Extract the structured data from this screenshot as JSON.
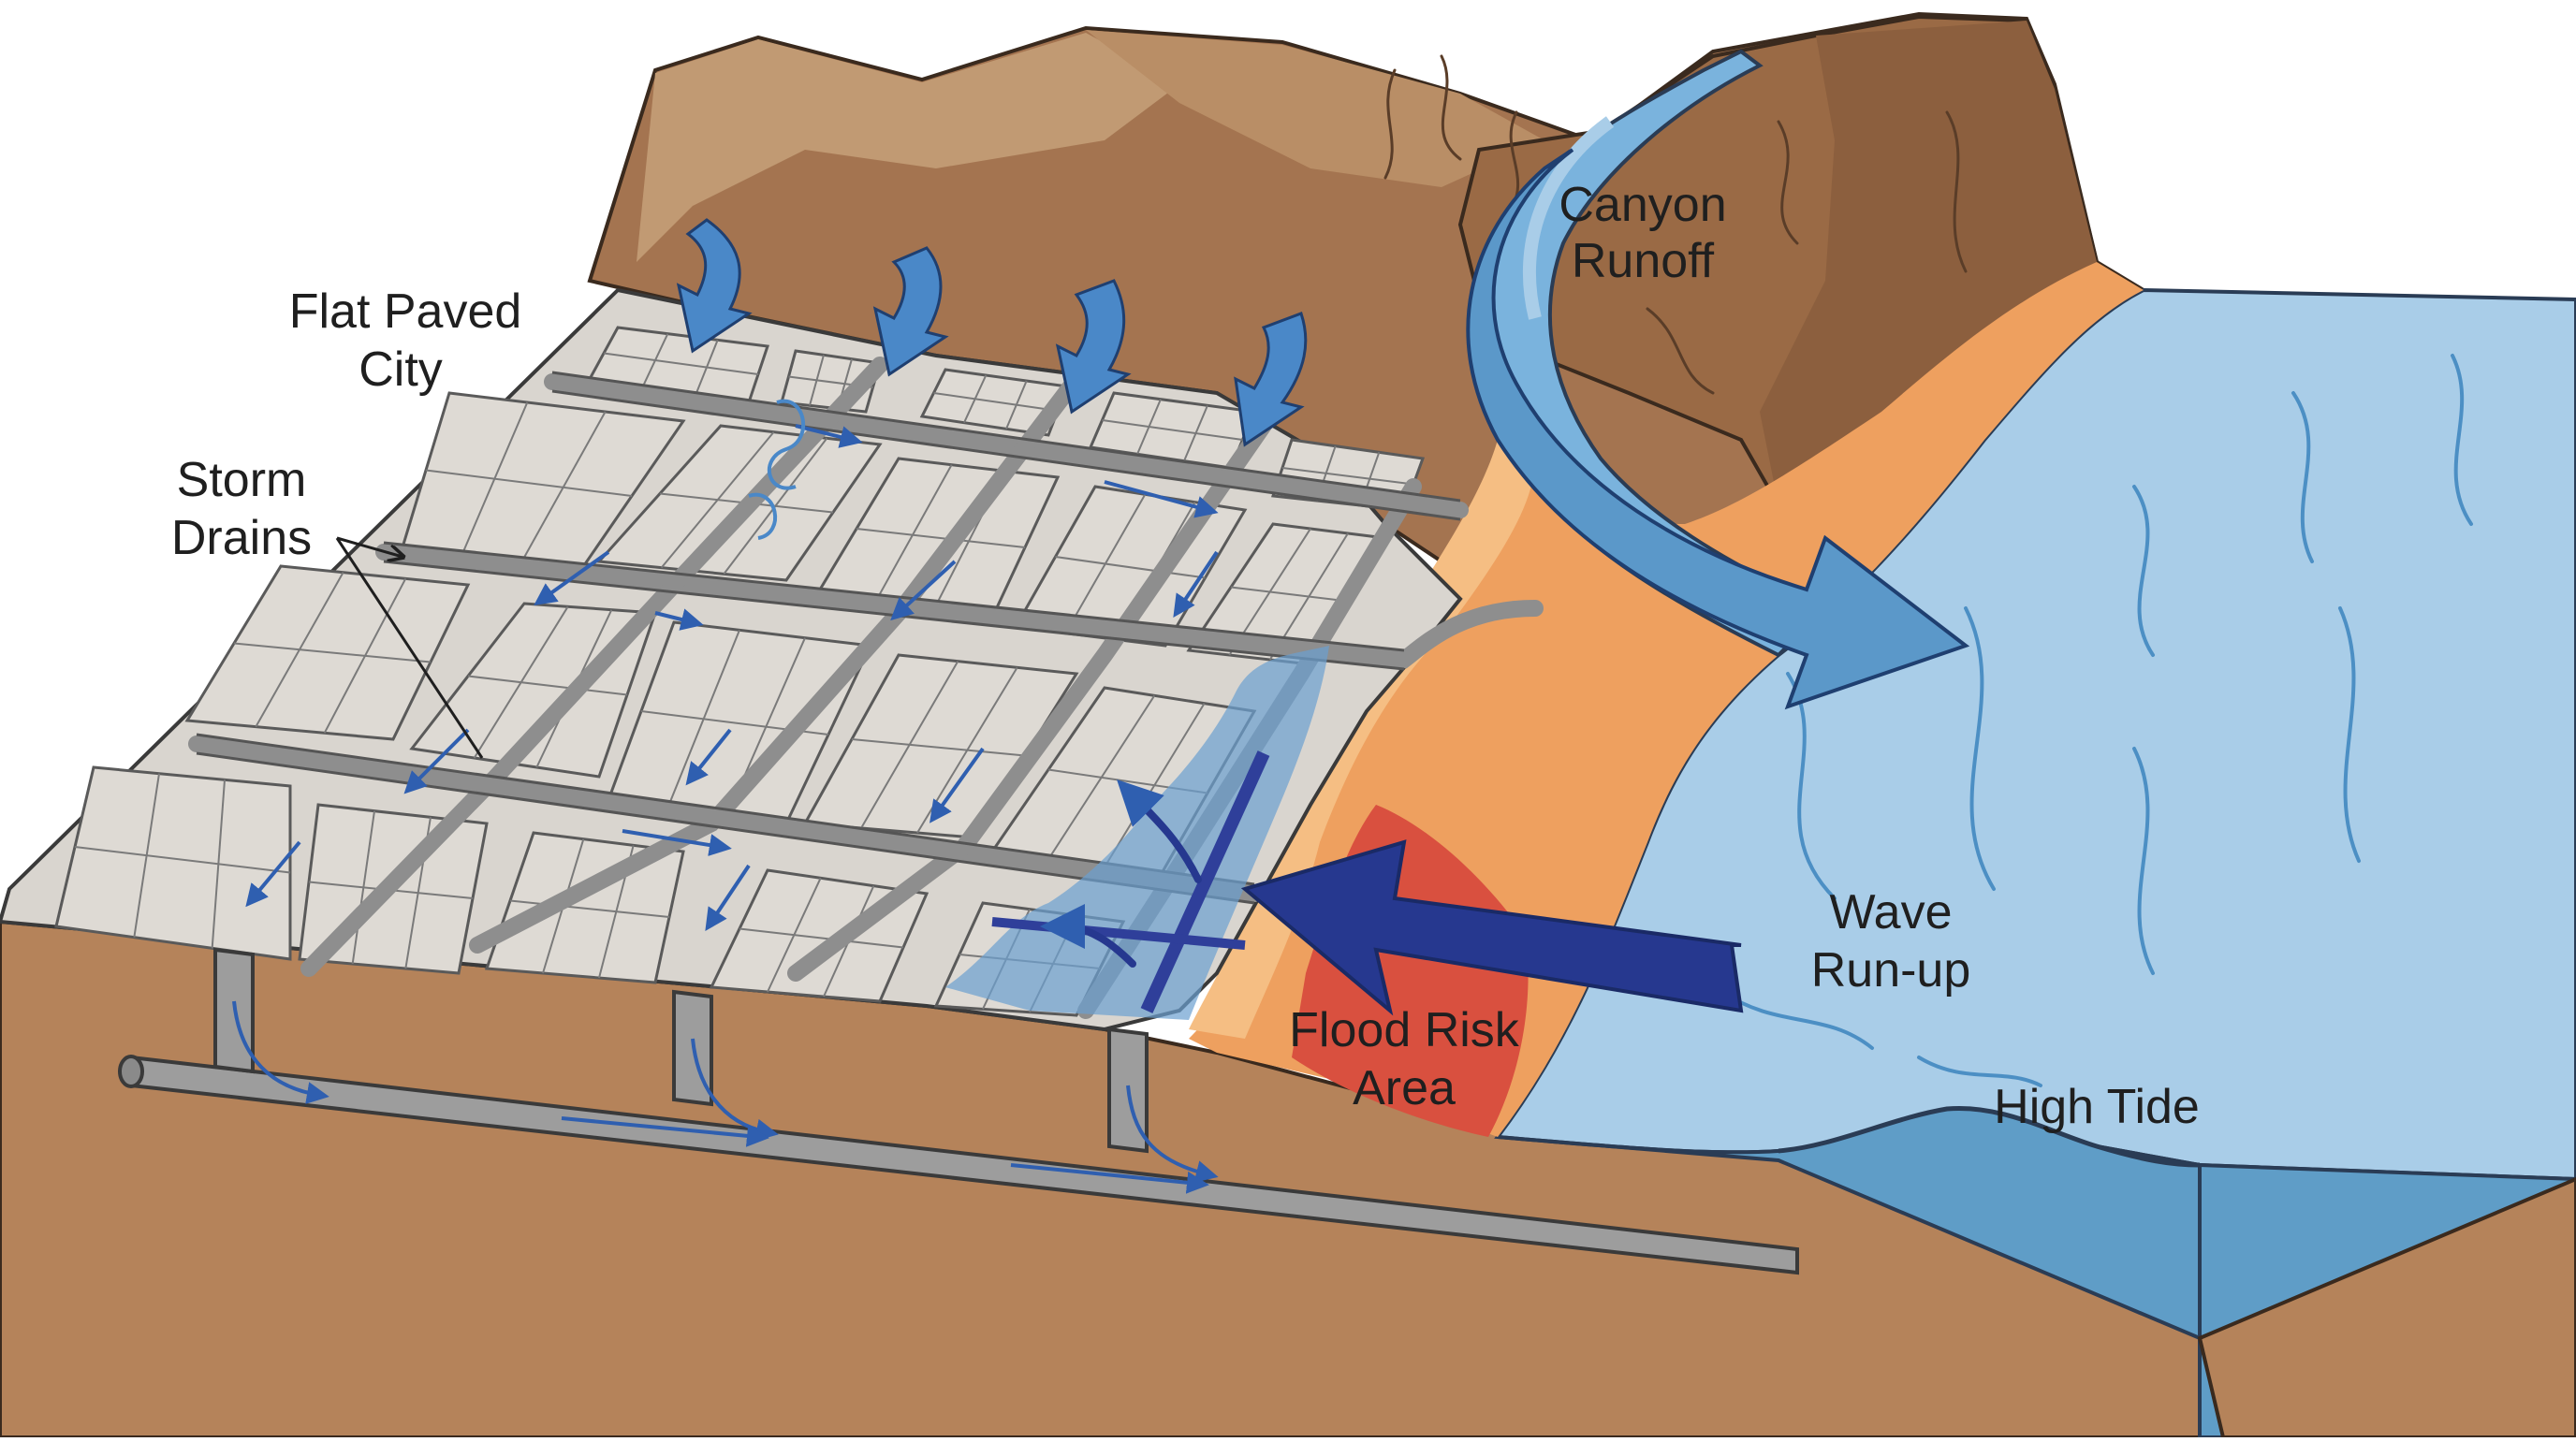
{
  "labels": {
    "city_line1": "Flat Paved",
    "city_line2": "City",
    "drains_line1": "Storm",
    "drains_line2": "Drains",
    "canyon_line1": "Canyon",
    "canyon_line2": "Runoff",
    "wave_line1": "Wave",
    "wave_line2": "Run-up",
    "flood_line1": "Flood Risk",
    "flood_line2": "Area",
    "tide": "High Tide"
  },
  "colors": {
    "soil": "#b5835a",
    "soil_dark": "#8f6443",
    "hill": "#a47450",
    "hill_light": "#c19a73",
    "pavement": "#d9d5cf",
    "road": "#8e8e8e",
    "sand_light": "#f5be83",
    "sand": "#eea05f",
    "flood_red": "#d9503f",
    "ocean": "#a9cde8",
    "ocean_side": "#5f9dc7",
    "runoff_blue": "#5b98c9",
    "drain_arrow": "#2f5fb0",
    "run_up_arrow": "#26388f"
  }
}
